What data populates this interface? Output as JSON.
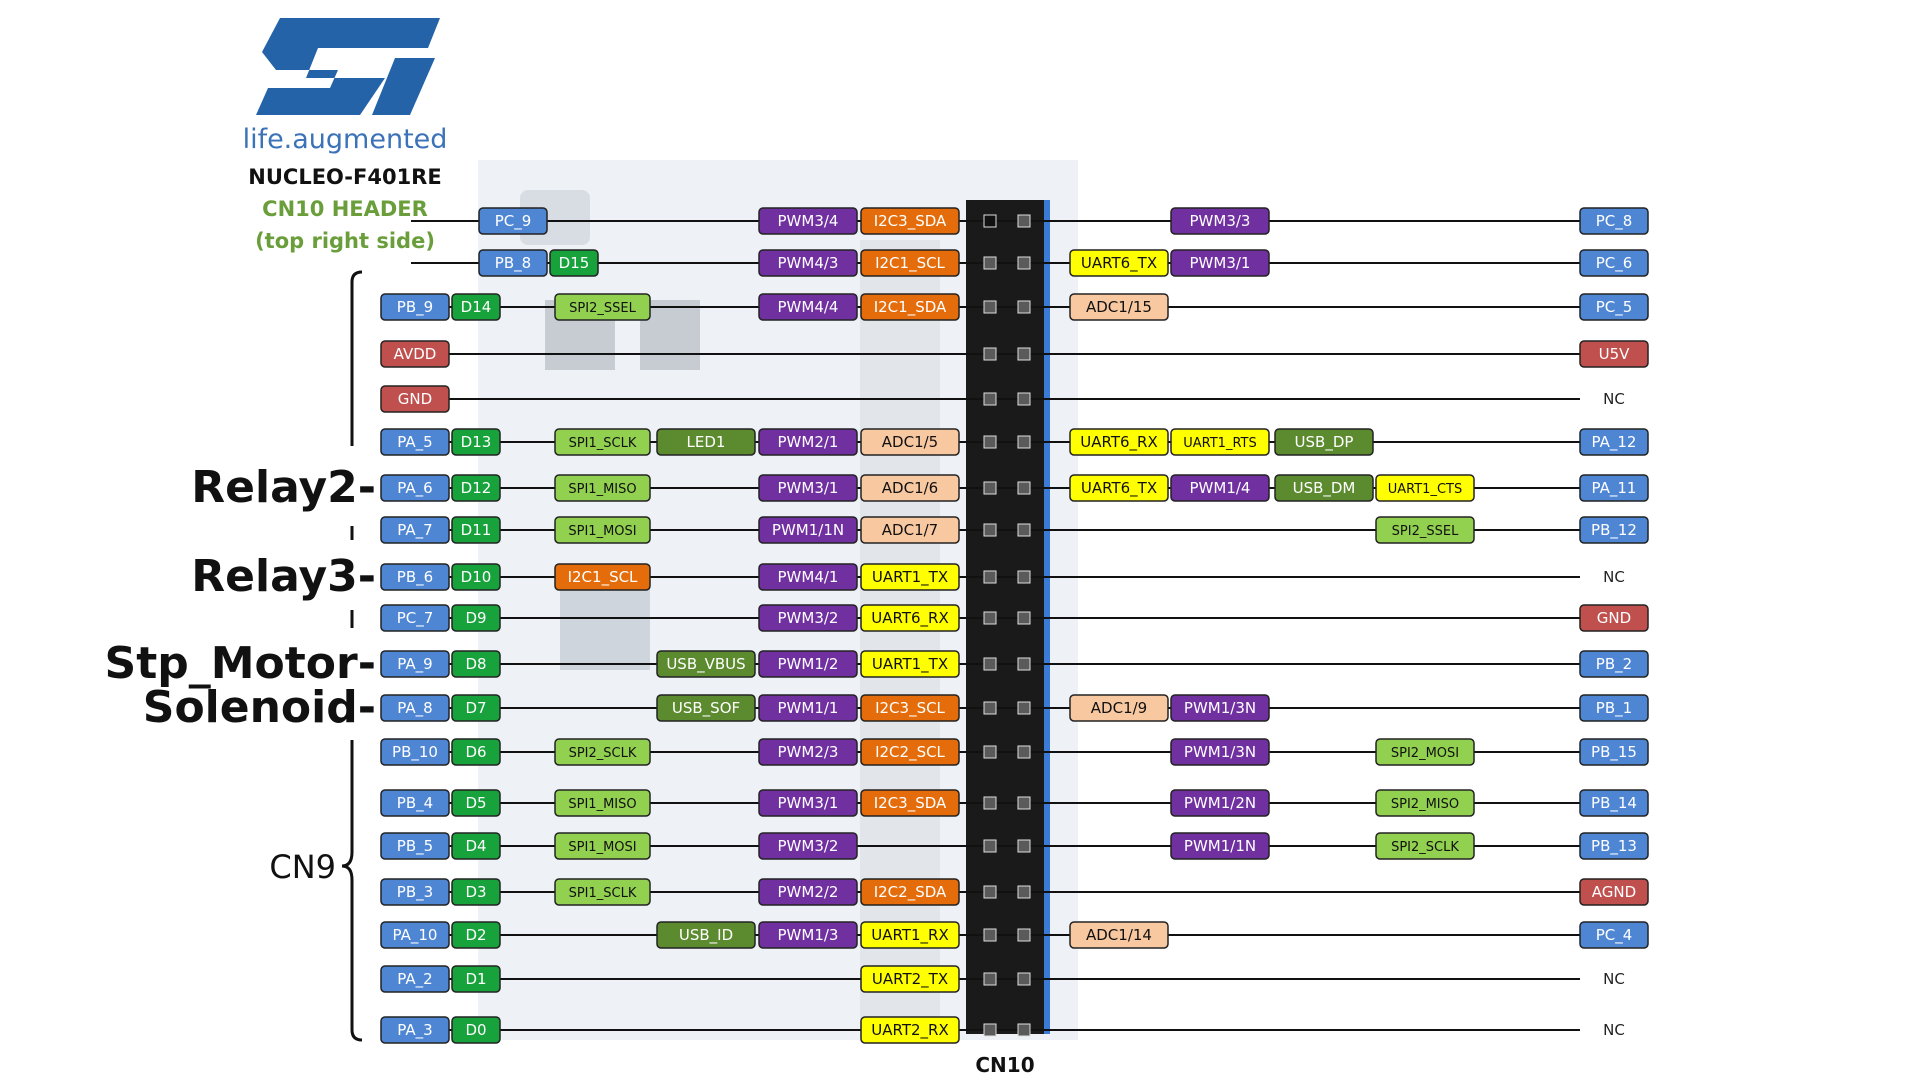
{
  "colors": {
    "port": "#4f86d4",
    "arduino": "#18a23c",
    "spi_light": "#92d050",
    "usb_dark": "#5c8a2e",
    "pwm": "#7030a0",
    "i2c": "#e46c0a",
    "adc": "#f8c8a0",
    "uart": "#ffff00",
    "power": "#c0504d",
    "line": "#111111",
    "gray": "#888888"
  },
  "logo": {
    "tagline": "life.augmented"
  },
  "header": {
    "board": "NUCLEO-F401RE",
    "connector": "CN10 HEADER",
    "side": "(top right side)"
  },
  "cn9_label": "CN9",
  "cn10_label": "CN10",
  "annotations": [
    {
      "text": "Relay2-",
      "row": 6
    },
    {
      "text": "Relay3-",
      "row": 8
    },
    {
      "text": "Stp_Motor-",
      "row": 10
    },
    {
      "text": "Solenoid-",
      "row": 11
    }
  ],
  "rows": [
    {
      "left": [
        [
          "PC_9",
          "port"
        ]
      ],
      "mid": [
        [
          "PWM3/4",
          "pwm"
        ],
        [
          "I2C3_SDA",
          "i2c"
        ]
      ],
      "right": [
        [
          "PWM3/3",
          "pwm",
          4
        ]
      ],
      "end": [
        "PC_8",
        "port"
      ]
    },
    {
      "left": [
        [
          "PB_8",
          "port"
        ],
        [
          "D15",
          "arduino"
        ]
      ],
      "mid": [
        [
          "PWM4/3",
          "pwm"
        ],
        [
          "I2C1_SCL",
          "i2c"
        ]
      ],
      "right": [
        [
          "UART6_TX",
          "uart",
          3
        ],
        [
          "PWM3/1",
          "pwm",
          4
        ]
      ],
      "end": [
        "PC_6",
        "port"
      ]
    },
    {
      "left": [
        [
          "PB_9",
          "port"
        ],
        [
          "D14",
          "arduino"
        ],
        [
          "SPI2_SSEL",
          "spi_light"
        ]
      ],
      "mid": [
        [
          "PWM4/4",
          "pwm"
        ],
        [
          "I2C1_SDA",
          "i2c"
        ]
      ],
      "right": [
        [
          "ADC1/15",
          "adc",
          3
        ]
      ],
      "end": [
        "PC_5",
        "port"
      ]
    },
    {
      "left": [
        [
          "AVDD",
          "power"
        ]
      ],
      "mid": [],
      "right": [],
      "end": [
        "U5V",
        "power"
      ]
    },
    {
      "left": [
        [
          "GND",
          "power"
        ]
      ],
      "mid": [],
      "right": [],
      "end": [
        "NC",
        "nc"
      ]
    },
    {
      "left": [
        [
          "PA_5",
          "port"
        ],
        [
          "D13",
          "arduino"
        ],
        [
          "SPI1_SCLK",
          "spi_light"
        ],
        [
          "LED1",
          "usb_dark"
        ]
      ],
      "mid": [
        [
          "PWM2/1",
          "pwm"
        ],
        [
          "ADC1/5",
          "adc"
        ]
      ],
      "right": [
        [
          "UART6_RX",
          "uart",
          3
        ],
        [
          "UART1_RTS",
          "uart",
          4
        ],
        [
          "USB_DP",
          "usb_dark",
          5
        ]
      ],
      "end": [
        "PA_12",
        "port"
      ]
    },
    {
      "left": [
        [
          "PA_6",
          "port"
        ],
        [
          "D12",
          "arduino"
        ],
        [
          "SPI1_MISO",
          "spi_light"
        ]
      ],
      "mid": [
        [
          "PWM3/1",
          "pwm"
        ],
        [
          "ADC1/6",
          "adc"
        ]
      ],
      "right": [
        [
          "UART6_TX",
          "uart",
          3
        ],
        [
          "PWM1/4",
          "pwm",
          4
        ],
        [
          "USB_DM",
          "usb_dark",
          5
        ],
        [
          "UART1_CTS",
          "uart",
          6
        ]
      ],
      "end": [
        "PA_11",
        "port"
      ]
    },
    {
      "left": [
        [
          "PA_7",
          "port"
        ],
        [
          "D11",
          "arduino"
        ],
        [
          "SPI1_MOSI",
          "spi_light"
        ]
      ],
      "mid": [
        [
          "PWM1/1N",
          "pwm"
        ],
        [
          "ADC1/7",
          "adc"
        ]
      ],
      "right": [
        [
          "SPI2_SSEL",
          "spi_light",
          6
        ]
      ],
      "end": [
        "PB_12",
        "port"
      ]
    },
    {
      "left": [
        [
          "PB_6",
          "port"
        ],
        [
          "D10",
          "arduino"
        ],
        [
          "I2C1_SCL",
          "i2c"
        ]
      ],
      "mid": [
        [
          "PWM4/1",
          "pwm"
        ],
        [
          "UART1_TX",
          "uart"
        ]
      ],
      "right": [],
      "end": [
        "NC",
        "nc"
      ]
    },
    {
      "left": [
        [
          "PC_7",
          "port"
        ],
        [
          "D9",
          "arduino"
        ]
      ],
      "mid": [
        [
          "PWM3/2",
          "pwm"
        ],
        [
          "UART6_RX",
          "uart"
        ]
      ],
      "right": [],
      "end": [
        "GND",
        "power"
      ]
    },
    {
      "left": [
        [
          "PA_9",
          "port"
        ],
        [
          "D8",
          "arduino"
        ],
        [
          "USB_VBUS",
          "usb_dark",
          3
        ]
      ],
      "mid": [
        [
          "PWM1/2",
          "pwm"
        ],
        [
          "UART1_TX",
          "uart"
        ]
      ],
      "right": [],
      "end": [
        "PB_2",
        "port"
      ]
    },
    {
      "left": [
        [
          "PA_8",
          "port"
        ],
        [
          "D7",
          "arduino"
        ],
        [
          "USB_SOF",
          "usb_dark",
          3
        ]
      ],
      "mid": [
        [
          "PWM1/1",
          "pwm"
        ],
        [
          "I2C3_SCL",
          "i2c"
        ]
      ],
      "right": [
        [
          "ADC1/9",
          "adc",
          3
        ],
        [
          "PWM1/3N",
          "pwm",
          4
        ]
      ],
      "end": [
        "PB_1",
        "port"
      ]
    },
    {
      "left": [
        [
          "PB_10",
          "port"
        ],
        [
          "D6",
          "arduino"
        ],
        [
          "SPI2_SCLK",
          "spi_light"
        ]
      ],
      "mid": [
        [
          "PWM2/3",
          "pwm"
        ],
        [
          "I2C2_SCL",
          "i2c"
        ]
      ],
      "right": [
        [
          "PWM1/3N",
          "pwm",
          4
        ],
        [
          "SPI2_MOSI",
          "spi_light",
          6
        ]
      ],
      "end": [
        "PB_15",
        "port"
      ]
    },
    {
      "left": [
        [
          "PB_4",
          "port"
        ],
        [
          "D5",
          "arduino"
        ],
        [
          "SPI1_MISO",
          "spi_light"
        ]
      ],
      "mid": [
        [
          "PWM3/1",
          "pwm"
        ],
        [
          "I2C3_SDA",
          "i2c"
        ]
      ],
      "right": [
        [
          "PWM1/2N",
          "pwm",
          4
        ],
        [
          "SPI2_MISO",
          "spi_light",
          6
        ]
      ],
      "end": [
        "PB_14",
        "port"
      ]
    },
    {
      "left": [
        [
          "PB_5",
          "port"
        ],
        [
          "D4",
          "arduino"
        ],
        [
          "SPI1_MOSI",
          "spi_light"
        ]
      ],
      "mid": [
        [
          "PWM3/2",
          "pwm"
        ]
      ],
      "right": [
        [
          "PWM1/1N",
          "pwm",
          4
        ],
        [
          "SPI2_SCLK",
          "spi_light",
          6
        ]
      ],
      "end": [
        "PB_13",
        "port"
      ]
    },
    {
      "left": [
        [
          "PB_3",
          "port"
        ],
        [
          "D3",
          "arduino"
        ],
        [
          "SPI1_SCLK",
          "spi_light"
        ]
      ],
      "mid": [
        [
          "PWM2/2",
          "pwm"
        ],
        [
          "I2C2_SDA",
          "i2c"
        ]
      ],
      "right": [],
      "end": [
        "AGND",
        "power"
      ]
    },
    {
      "left": [
        [
          "PA_10",
          "port"
        ],
        [
          "D2",
          "arduino"
        ],
        [
          "USB_ID",
          "usb_dark",
          3
        ]
      ],
      "mid": [
        [
          "PWM1/3",
          "pwm"
        ],
        [
          "UART1_RX",
          "uart"
        ]
      ],
      "right": [
        [
          "ADC1/14",
          "adc",
          3
        ]
      ],
      "end": [
        "PC_4",
        "port"
      ]
    },
    {
      "left": [
        [
          "PA_2",
          "port"
        ],
        [
          "D1",
          "arduino"
        ]
      ],
      "mid": [
        [
          "",
          "none"
        ],
        [
          "UART2_TX",
          "uart"
        ]
      ],
      "right": [],
      "end": [
        "NC",
        "nc"
      ]
    },
    {
      "left": [
        [
          "PA_3",
          "port"
        ],
        [
          "D0",
          "arduino"
        ]
      ],
      "mid": [
        [
          "",
          "none"
        ],
        [
          "UART2_RX",
          "uart"
        ]
      ],
      "right": [],
      "end": [
        "NC",
        "nc"
      ]
    }
  ]
}
